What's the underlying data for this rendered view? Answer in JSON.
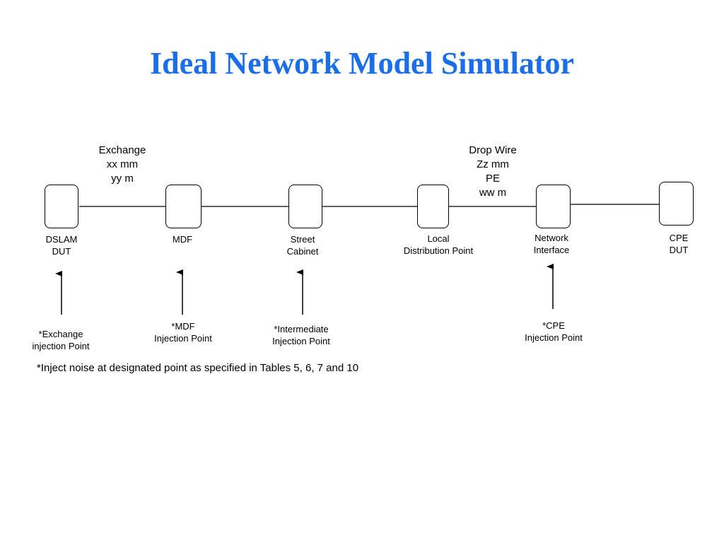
{
  "title": "Ideal Network Model Simulator",
  "segments": {
    "exchange": [
      "Exchange",
      "xx mm",
      "yy m"
    ],
    "drop_wire": [
      "Drop Wire",
      "Zz mm",
      "PE",
      "ww m"
    ]
  },
  "nodes": [
    {
      "lines": [
        "DSLAM",
        "DUT"
      ]
    },
    {
      "lines": [
        "MDF"
      ]
    },
    {
      "lines": [
        "Street",
        "Cabinet"
      ]
    },
    {
      "lines": [
        "Local",
        "Distribution Point"
      ]
    },
    {
      "lines": [
        "Network",
        "Interface"
      ]
    },
    {
      "lines": [
        "CPE",
        "DUT"
      ]
    }
  ],
  "injection_points": [
    {
      "lines": [
        "*Exchange",
        "injection Point"
      ]
    },
    {
      "lines": [
        "*MDF",
        "Injection Point"
      ]
    },
    {
      "lines": [
        "*Intermediate",
        "Injection Point"
      ]
    },
    {
      "lines": [
        "*CPE",
        "Injection Point"
      ]
    }
  ],
  "note": "*Inject noise at designated point as specified in Tables 5, 6, 7 and 10"
}
